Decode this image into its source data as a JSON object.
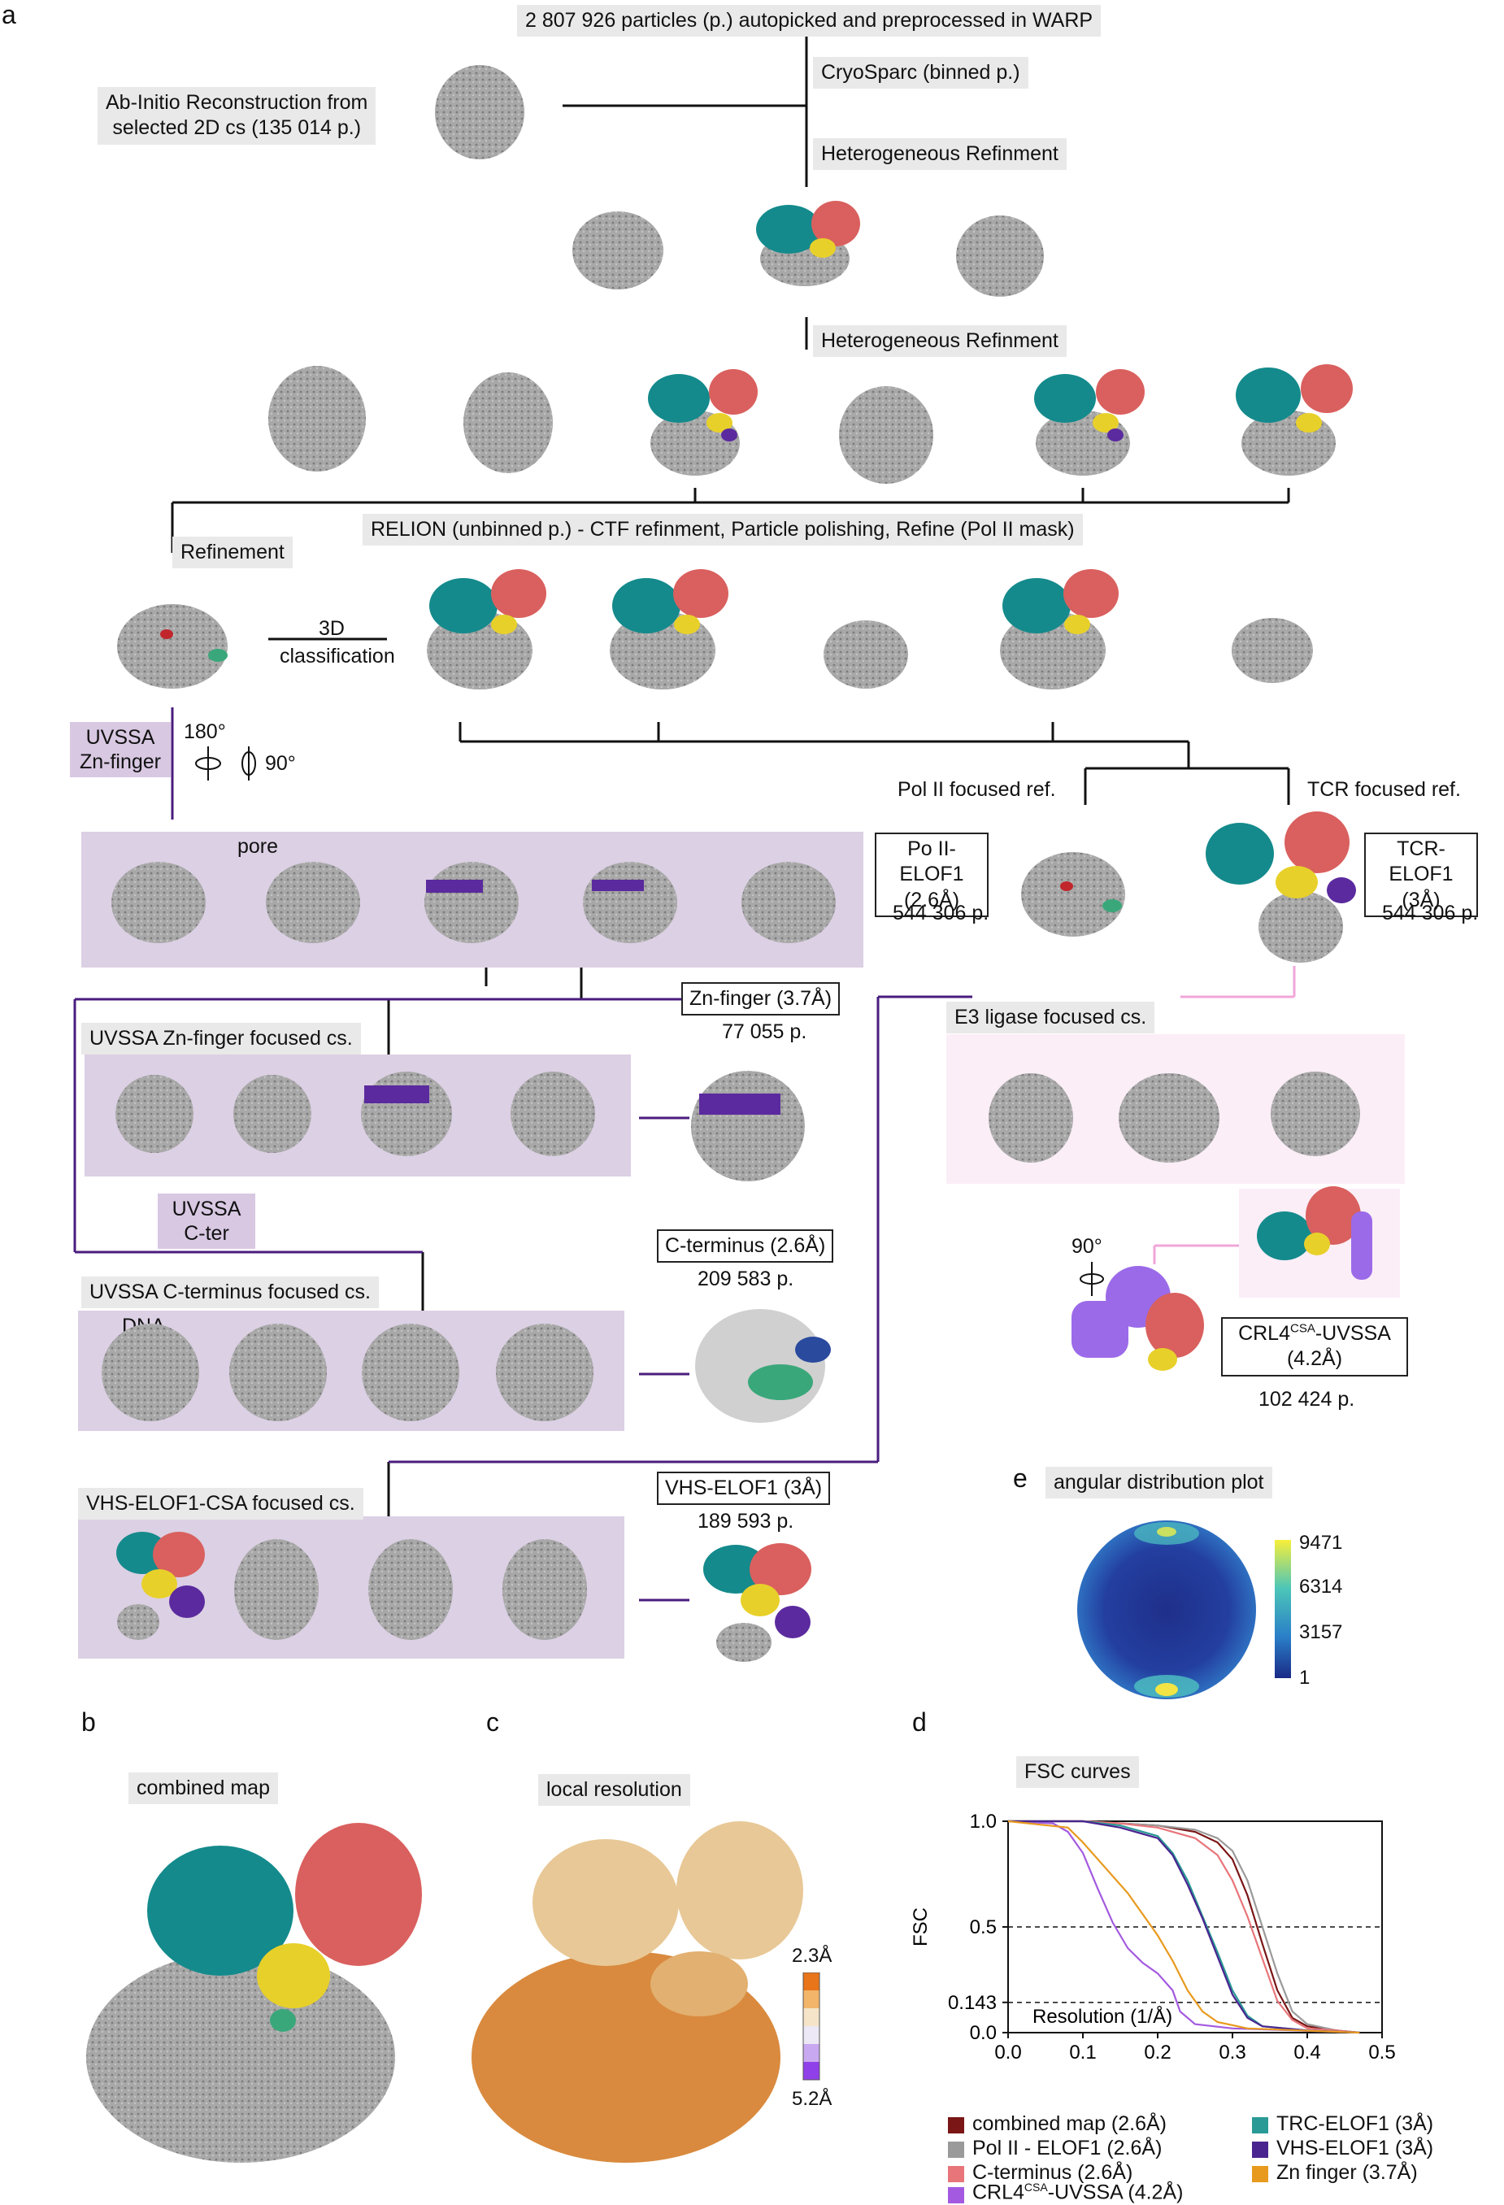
{
  "panels": {
    "a": "a",
    "b": "b",
    "c": "c",
    "d": "d",
    "e": "e"
  },
  "top": {
    "particles": "2 807 926 particles (p.) autopicked and preprocessed in WARP",
    "ab_initio_line1": "Ab-Initio Reconstruction from",
    "ab_initio_line2": "selected 2D cs (135 014 p.)",
    "cryosparc": "CryoSparc (binned p.)",
    "hetero1": "Heterogeneous Refinment",
    "hetero2": "Heterogeneous Refinment",
    "relion": "RELION (unbinned p.) - CTF refinment, Particle polishing, Refine (Pol II mask)",
    "refinement": "Refinement",
    "classif_3d": "3D",
    "classif_word": "classification"
  },
  "middle": {
    "uvssa_zn_line1": "UVSSA",
    "uvssa_zn_line2": "Zn-finger",
    "rot180": "180°",
    "rot90": "90°",
    "pol2_focused": "Pol II focused ref.",
    "tcr_focused": "TCR focused ref.",
    "pore": "pore",
    "po2_elof1_line1": "Po II-ELOF1",
    "po2_elof1_line2": "(2.6Å)",
    "po2_count": "544 306 p.",
    "tcr_elof1_line1": "TCR-ELOF1",
    "tcr_elof1_line2": "(3Å)",
    "tcr_count": "544 306 p.",
    "zn_finger_box": "Zn-finger (3.7Å)",
    "zn_count": "77 055 p.",
    "uvssa_zn_focused": "UVSSA Zn-finger focused cs.",
    "e3_focused": "E3 ligase focused cs.",
    "uvssa_cter_line1": "UVSSA",
    "uvssa_cter_line2": "C-ter",
    "cterm_box": "C-terminus (2.6Å)",
    "cterm_count": "209 583 p.",
    "uvssa_cterm_focused": "UVSSA C-terminus focused cs.",
    "dna": "DNA",
    "rot90b": "90°",
    "crl4_line1": "CRL4",
    "crl4_sup": "CSA",
    "crl4_line1b": "-UVSSA",
    "crl4_line2": "(4.2Å)",
    "crl4_count": "102 424 p.",
    "vhs_focused": "VHS-ELOF1-CSA  focused cs.",
    "vhs_box": "VHS-ELOF1 (3Å)",
    "vhs_count": "189 593 p."
  },
  "panel_b": {
    "label": "combined map"
  },
  "panel_c": {
    "label": "local resolution",
    "cbar_top": "2.3Å",
    "cbar_bottom": "5.2Å"
  },
  "panel_e": {
    "label": "angular distribution plot",
    "ticks": [
      "9471",
      "6314",
      "3157",
      "1"
    ]
  },
  "chart_data": {
    "type": "line",
    "title": "FSC curves",
    "ylabel": "FSC",
    "xlabel": "Resolution (1/Å)",
    "xlim": [
      0.0,
      0.5
    ],
    "ylim": [
      0.0,
      1.0
    ],
    "x_ticks": [
      "0.0",
      "0.1",
      "0.2",
      "0.3",
      "0.4",
      "0.5"
    ],
    "y_ticks": [
      "1.0",
      "0.5",
      "0.143",
      "0.0"
    ],
    "thresholds": [
      0.5,
      0.143
    ],
    "series": [
      {
        "name": "combined map (2.6Å)",
        "color": "#7a1616",
        "points": [
          [
            0.0,
            1.0
          ],
          [
            0.1,
            1.0
          ],
          [
            0.15,
            0.99
          ],
          [
            0.2,
            0.98
          ],
          [
            0.25,
            0.95
          ],
          [
            0.28,
            0.9
          ],
          [
            0.3,
            0.82
          ],
          [
            0.32,
            0.65
          ],
          [
            0.34,
            0.42
          ],
          [
            0.36,
            0.2
          ],
          [
            0.38,
            0.07
          ],
          [
            0.4,
            0.03
          ],
          [
            0.44,
            0.01
          ],
          [
            0.47,
            0.0
          ]
        ]
      },
      {
        "name": "Pol II - ELOF1 (2.6Å)",
        "color": "#9a9a9a",
        "points": [
          [
            0.0,
            1.0
          ],
          [
            0.1,
            1.0
          ],
          [
            0.15,
            0.99
          ],
          [
            0.2,
            0.98
          ],
          [
            0.25,
            0.96
          ],
          [
            0.28,
            0.92
          ],
          [
            0.3,
            0.86
          ],
          [
            0.32,
            0.72
          ],
          [
            0.34,
            0.5
          ],
          [
            0.36,
            0.28
          ],
          [
            0.38,
            0.1
          ],
          [
            0.4,
            0.04
          ],
          [
            0.44,
            0.01
          ],
          [
            0.47,
            0.0
          ]
        ]
      },
      {
        "name": "C-terminus (2.6Å)",
        "color": "#e8757a",
        "points": [
          [
            0.0,
            1.0
          ],
          [
            0.1,
            1.0
          ],
          [
            0.15,
            0.99
          ],
          [
            0.2,
            0.97
          ],
          [
            0.25,
            0.92
          ],
          [
            0.28,
            0.84
          ],
          [
            0.3,
            0.72
          ],
          [
            0.32,
            0.55
          ],
          [
            0.34,
            0.35
          ],
          [
            0.36,
            0.15
          ],
          [
            0.38,
            0.06
          ],
          [
            0.4,
            0.02
          ],
          [
            0.44,
            0.01
          ],
          [
            0.47,
            0.0
          ]
        ]
      },
      {
        "name": "CRL4CSA-UVSSA (4.2Å)",
        "color": "#a35ae0",
        "points": [
          [
            0.0,
            1.0
          ],
          [
            0.06,
            0.99
          ],
          [
            0.08,
            0.95
          ],
          [
            0.1,
            0.85
          ],
          [
            0.12,
            0.68
          ],
          [
            0.14,
            0.52
          ],
          [
            0.16,
            0.4
          ],
          [
            0.18,
            0.33
          ],
          [
            0.2,
            0.28
          ],
          [
            0.22,
            0.2
          ],
          [
            0.23,
            0.1
          ],
          [
            0.25,
            0.04
          ],
          [
            0.3,
            0.02
          ],
          [
            0.47,
            0.0
          ]
        ]
      },
      {
        "name": "TRC-ELOF1 (3Å)",
        "color": "#2a9a96",
        "points": [
          [
            0.0,
            1.0
          ],
          [
            0.1,
            1.0
          ],
          [
            0.15,
            0.98
          ],
          [
            0.2,
            0.93
          ],
          [
            0.22,
            0.85
          ],
          [
            0.24,
            0.72
          ],
          [
            0.26,
            0.55
          ],
          [
            0.28,
            0.38
          ],
          [
            0.3,
            0.2
          ],
          [
            0.32,
            0.08
          ],
          [
            0.34,
            0.03
          ],
          [
            0.4,
            0.01
          ],
          [
            0.47,
            0.0
          ]
        ]
      },
      {
        "name": "VHS-ELOF1 (3Å)",
        "color": "#4a2590",
        "points": [
          [
            0.0,
            1.0
          ],
          [
            0.1,
            1.0
          ],
          [
            0.15,
            0.97
          ],
          [
            0.2,
            0.92
          ],
          [
            0.22,
            0.84
          ],
          [
            0.24,
            0.7
          ],
          [
            0.26,
            0.54
          ],
          [
            0.28,
            0.36
          ],
          [
            0.3,
            0.18
          ],
          [
            0.32,
            0.07
          ],
          [
            0.34,
            0.03
          ],
          [
            0.4,
            0.01
          ],
          [
            0.47,
            0.0
          ]
        ]
      },
      {
        "name": "Zn finger (3.7Å)",
        "color": "#e89a1e",
        "points": [
          [
            0.0,
            1.0
          ],
          [
            0.08,
            0.97
          ],
          [
            0.1,
            0.9
          ],
          [
            0.12,
            0.82
          ],
          [
            0.14,
            0.74
          ],
          [
            0.16,
            0.66
          ],
          [
            0.18,
            0.56
          ],
          [
            0.2,
            0.46
          ],
          [
            0.22,
            0.34
          ],
          [
            0.24,
            0.2
          ],
          [
            0.26,
            0.1
          ],
          [
            0.28,
            0.05
          ],
          [
            0.32,
            0.02
          ],
          [
            0.47,
            0.0
          ]
        ]
      }
    ]
  },
  "legend_labels": {
    "combined": "combined map (2.6Å)",
    "pol2": "Pol II - ELOF1 (2.6Å)",
    "cterm": "C-terminus (2.6Å)",
    "crl4_a": "CRL4",
    "crl4_sup": "CSA",
    "crl4_b": "-UVSSA (4.2Å)",
    "trc": "TRC-ELOF1 (3Å)",
    "vhs": "VHS-ELOF1 (3Å)",
    "zn": "Zn finger (3.7Å)"
  },
  "colors": {
    "teal": "#148a8c",
    "salmon": "#d9605e",
    "yellow": "#e8d02a",
    "green": "#3aa77a",
    "purple": "#5b2a9e",
    "gray": "#9b9b9b",
    "violet": "#9b6ae8",
    "lavender_bg": "#dcd0e4",
    "pink_bg": "#fbeef7",
    "orange": "#e89a4e"
  }
}
